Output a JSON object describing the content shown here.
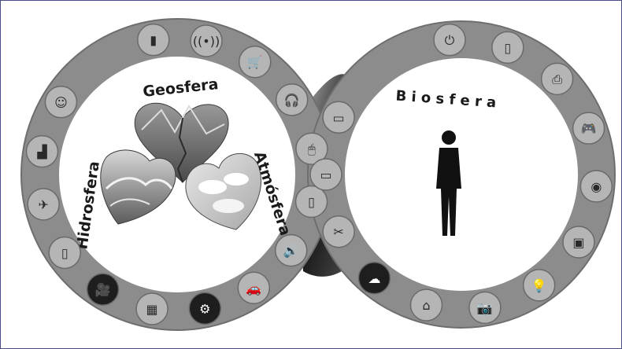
{
  "labels": {
    "geosfera": "Geosfera",
    "hidrosfera": "Hidrosfera",
    "atmosfera": "Atmósfera",
    "biosfera": "B i o s f e r a"
  },
  "left_ring_icons": [
    {
      "name": "smartphone-icon",
      "glyph": "▮"
    },
    {
      "name": "wifi-icon",
      "glyph": "((•))"
    },
    {
      "name": "shopping-cart-icon",
      "glyph": "🛒"
    },
    {
      "name": "headphones-icon",
      "glyph": "🎧"
    },
    {
      "name": "mouse-icon",
      "glyph": "🖱"
    },
    {
      "name": "tablet-icon",
      "glyph": "▯"
    },
    {
      "name": "speaker-icon",
      "glyph": "🔊"
    },
    {
      "name": "car-icon",
      "glyph": "🚗"
    },
    {
      "name": "gear-icon",
      "glyph": "⚙"
    },
    {
      "name": "buildings-icon",
      "glyph": "▦"
    },
    {
      "name": "video-camera-icon",
      "glyph": "🎥"
    },
    {
      "name": "refrigerator-icon",
      "glyph": "▯"
    },
    {
      "name": "airplane-icon",
      "glyph": "✈"
    },
    {
      "name": "factory-icon",
      "glyph": "▟"
    },
    {
      "name": "worker-icon",
      "glyph": "☺"
    }
  ],
  "right_ring_icons": [
    {
      "name": "plug-icon",
      "glyph": "⏻"
    },
    {
      "name": "computer-tower-icon",
      "glyph": "▯"
    },
    {
      "name": "printer-icon",
      "glyph": "⎙"
    },
    {
      "name": "gamepad-icon",
      "glyph": "🎮"
    },
    {
      "name": "washing-machine-icon",
      "glyph": "◉"
    },
    {
      "name": "chip-icon",
      "glyph": "▣"
    },
    {
      "name": "light-bulb-icon",
      "glyph": "💡"
    },
    {
      "name": "camera-icon",
      "glyph": "📷"
    },
    {
      "name": "house-icon",
      "glyph": "⌂"
    },
    {
      "name": "cloud-network-icon",
      "glyph": "☁"
    },
    {
      "name": "tools-icon",
      "glyph": "✂"
    },
    {
      "name": "cell-phone-icon",
      "glyph": "▭"
    },
    {
      "name": "monitor-icon",
      "glyph": "▭"
    }
  ],
  "colors": {
    "ring": "#8c8c8c",
    "icon_circle": "#b5b5b5",
    "dark_icon_circle": "#1e1e1e",
    "inner_bg": "#ffffff",
    "link_shadow": "#2a2a2a"
  }
}
